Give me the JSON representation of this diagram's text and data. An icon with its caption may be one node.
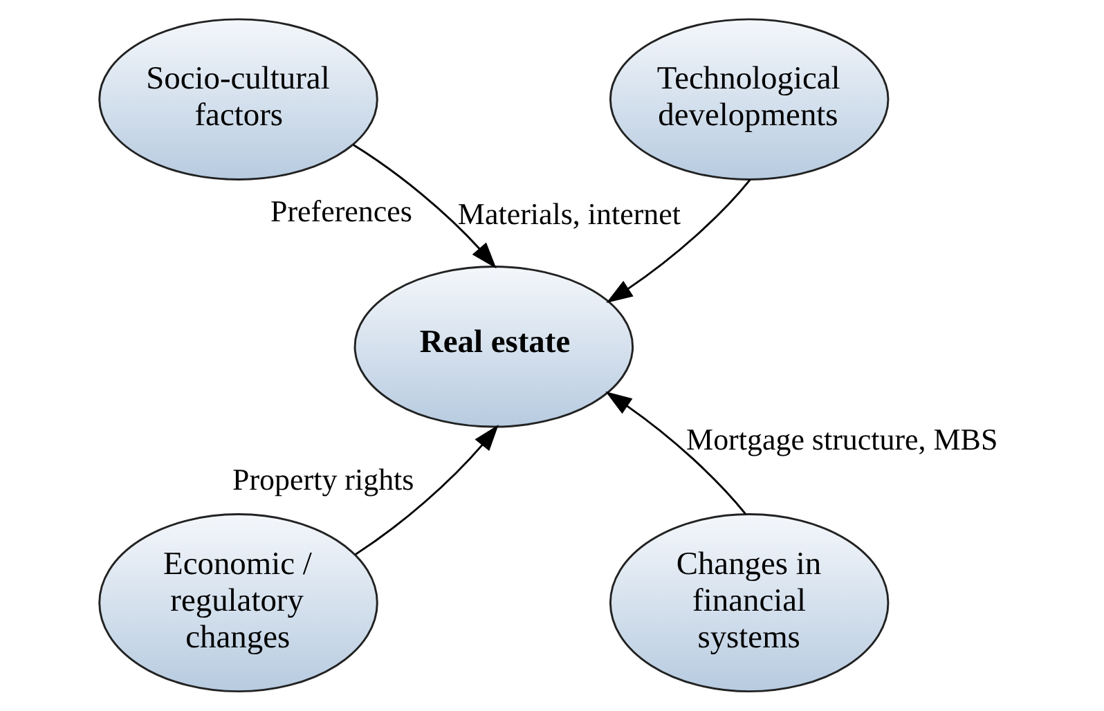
{
  "diagram": {
    "nodes": [
      {
        "text": [
          "Socio-cultural factors"
        ]
      },
      {
        "text": [
          "Technological developments"
        ]
      },
      {
        "text": [
          "Real estate"
        ]
      },
      {
        "text": [
          "Economic / regulatory changes"
        ]
      },
      {
        "text": [
          "Changes in financial systems"
        ]
      }
    ],
    "edges": [
      {
        "from": 0,
        "to": 2,
        "arrow": "to",
        "label": "Preferences"
      },
      {
        "from": 1,
        "to": 2,
        "arrow": "to",
        "label": "Materials, internet"
      },
      {
        "from": 3,
        "to": 2,
        "arrow": "to",
        "label": "Property rights"
      },
      {
        "from": 4,
        "to": 2,
        "arrow": "to",
        "label": "Mortgage structure, MBS"
      }
    ]
  }
}
